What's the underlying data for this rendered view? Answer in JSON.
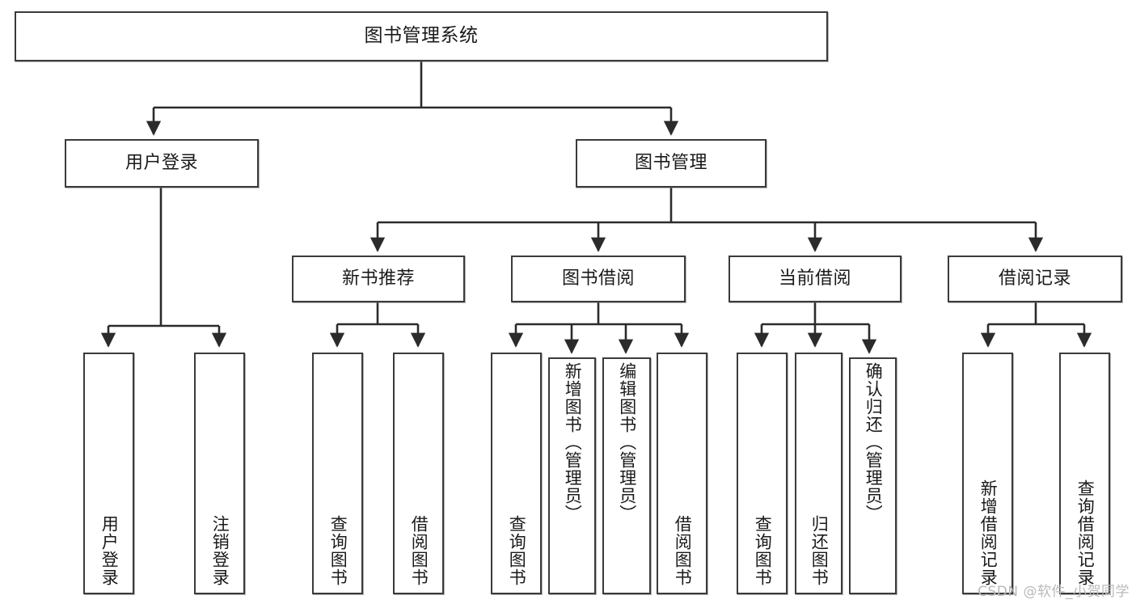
{
  "diagram": {
    "type": "tree",
    "title": "图书管理系统",
    "watermark": "CSDN @软件_小贺同学",
    "colors": {
      "background": "#ffffff",
      "node_fill": "#ffffff",
      "node_border": "#3b3b3b",
      "edge": "#2b2b2b",
      "text": "#1a1a1a",
      "watermark": "#b9b9b9"
    },
    "nodes": {
      "root": {
        "label": "图书管理系统"
      },
      "level1": [
        {
          "id": "user-login",
          "label": "用户登录"
        },
        {
          "id": "book-manage",
          "label": "图书管理"
        }
      ],
      "level2": [
        {
          "id": "new-book-recommend",
          "label": "新书推荐"
        },
        {
          "id": "book-borrow",
          "label": "图书借阅"
        },
        {
          "id": "current-borrow",
          "label": "当前借阅"
        },
        {
          "id": "borrow-record",
          "label": "借阅记录"
        }
      ],
      "leaves": {
        "user_login": [
          {
            "id": "leaf-user-login",
            "label": "用户登录"
          },
          {
            "id": "leaf-logout",
            "label": "注销登录"
          }
        ],
        "new_book_recommend": [
          {
            "id": "leaf-query-book-1",
            "label": "查询图书"
          },
          {
            "id": "leaf-borrow-book-1",
            "label": "借阅图书"
          }
        ],
        "book_borrow": [
          {
            "id": "leaf-query-book-2",
            "label": "查询图书"
          },
          {
            "id": "leaf-add-book",
            "label": "新增图书（管理员）"
          },
          {
            "id": "leaf-edit-book",
            "label": "编辑图书（管理员）"
          },
          {
            "id": "leaf-borrow-book-2",
            "label": "借阅图书"
          }
        ],
        "current_borrow": [
          {
            "id": "leaf-query-book-3",
            "label": "查询图书"
          },
          {
            "id": "leaf-return-book",
            "label": "归还图书"
          },
          {
            "id": "leaf-confirm-return",
            "label": "确认归还（管理员）"
          }
        ],
        "borrow_record": [
          {
            "id": "leaf-add-record",
            "label": "新增借阅记录"
          },
          {
            "id": "leaf-query-record",
            "label": "查询借阅记录"
          }
        ]
      }
    }
  }
}
